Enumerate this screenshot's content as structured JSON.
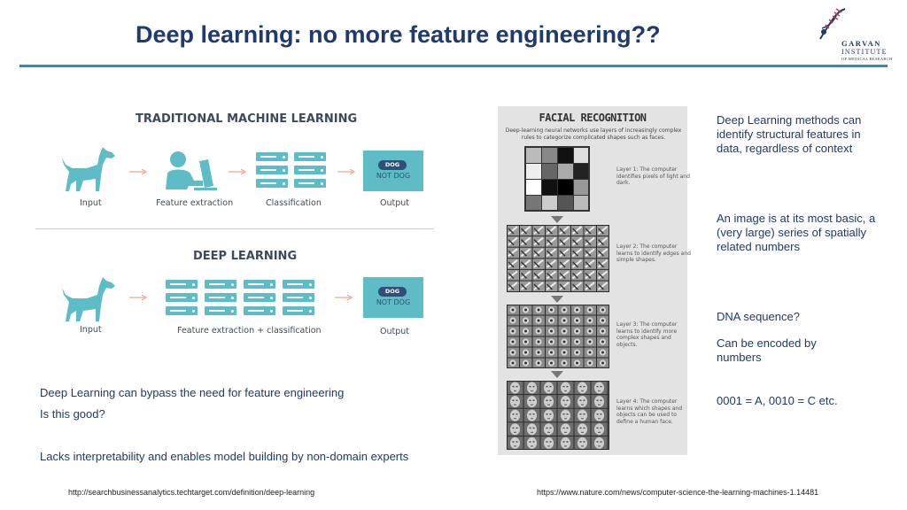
{
  "title": "Deep learning: no more feature engineering??",
  "logo": {
    "line1": "GARVAN",
    "line2": "INSTITUTE",
    "line3": "OF MEDICAL RESEARCH"
  },
  "colors": {
    "title": "#1f3a6b",
    "rule": "#2a8cbf",
    "accent": "#5dbcc6",
    "pill": "#2f4f78"
  },
  "diagram": {
    "traditional": {
      "heading": "TRADITIONAL MACHINE LEARNING",
      "captions": [
        "Input",
        "Feature extraction",
        "Classification",
        "Output"
      ],
      "output_pill": "DOG",
      "output_alt": "NOT DOG"
    },
    "deep": {
      "heading": "DEEP LEARNING",
      "captions": [
        "Input",
        "Feature extraction + classification",
        "Output"
      ],
      "output_pill": "DOG",
      "output_alt": "NOT DOG"
    }
  },
  "left_text": {
    "line1": "Deep Learning can bypass the need for feature engineering",
    "line2": "Is this good?",
    "line3": "Lacks interpretability and enables model building by non-domain experts"
  },
  "facial": {
    "title": "FACIAL RECOGNITION",
    "subtitle": "Deep-learning neural networks use layers of increasingly complex rules to categorize complicated shapes such as faces.",
    "layers": [
      "Layer 1: The computer identifies pixels of light and dark.",
      "Layer 2: The computer learns to identify edges and simple shapes.",
      "Layer 3: The computer learns to identify more complex shapes and objects.",
      "Layer 4: The computer learns which shapes and objects can be used to define a human face."
    ]
  },
  "right_text": {
    "p1": "Deep Learning methods can identify structural features in data, regardless of context",
    "p2": "An image is at its most basic, a (very large) series of spatially related numbers",
    "p3": "DNA sequence?",
    "p4": "Can be encoded by numbers",
    "p5": "0001 = A, 0010 = C etc."
  },
  "sources": {
    "left": "http://searchbusinessanalytics.techtarget.com/definition/deep-learning",
    "right": "https://www.nature.com/news/computer-science-the-learning-machines-1.14481"
  }
}
